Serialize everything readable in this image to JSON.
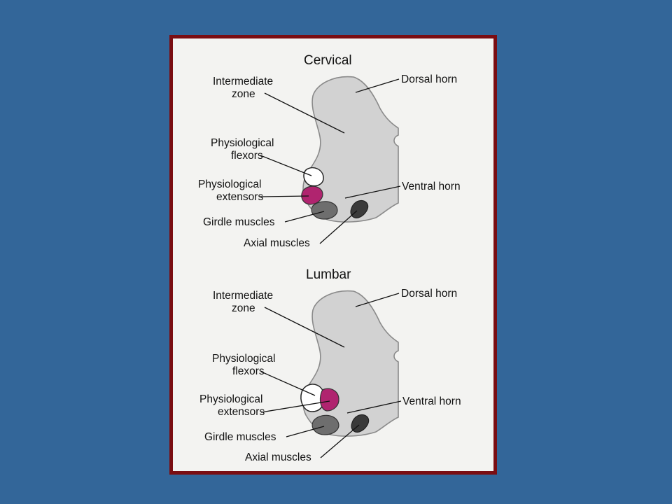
{
  "panels": [
    {
      "title": "Cervical",
      "labels": {
        "intermediate_zone_1": "Intermediate",
        "intermediate_zone_2": "zone",
        "dorsal_horn": "Dorsal horn",
        "flexors_1": "Physiological",
        "flexors_2": "flexors",
        "extensors_1": "Physiological",
        "extensors_2": "extensors",
        "ventral_horn": "Ventral horn",
        "girdle": "Girdle muscles",
        "axial": "Axial muscles"
      }
    },
    {
      "title": "Lumbar",
      "labels": {
        "intermediate_zone_1": "Intermediate",
        "intermediate_zone_2": "zone",
        "dorsal_horn": "Dorsal horn",
        "flexors_1": "Physiological",
        "flexors_2": "flexors",
        "extensors_1": "Physiological",
        "extensors_2": "extensors",
        "ventral_horn": "Ventral horn",
        "girdle": "Girdle muscles",
        "axial": "Axial muscles"
      }
    }
  ],
  "colors": {
    "background": "#336699",
    "frame_border": "#7a0d12",
    "paper": "#f3f3f1",
    "gray_matter": "#d2d2d2",
    "extensors": "#b0246f",
    "flexors": "#ffffff",
    "girdle": "#6e6e6e",
    "axial": "#3a3a3a"
  }
}
